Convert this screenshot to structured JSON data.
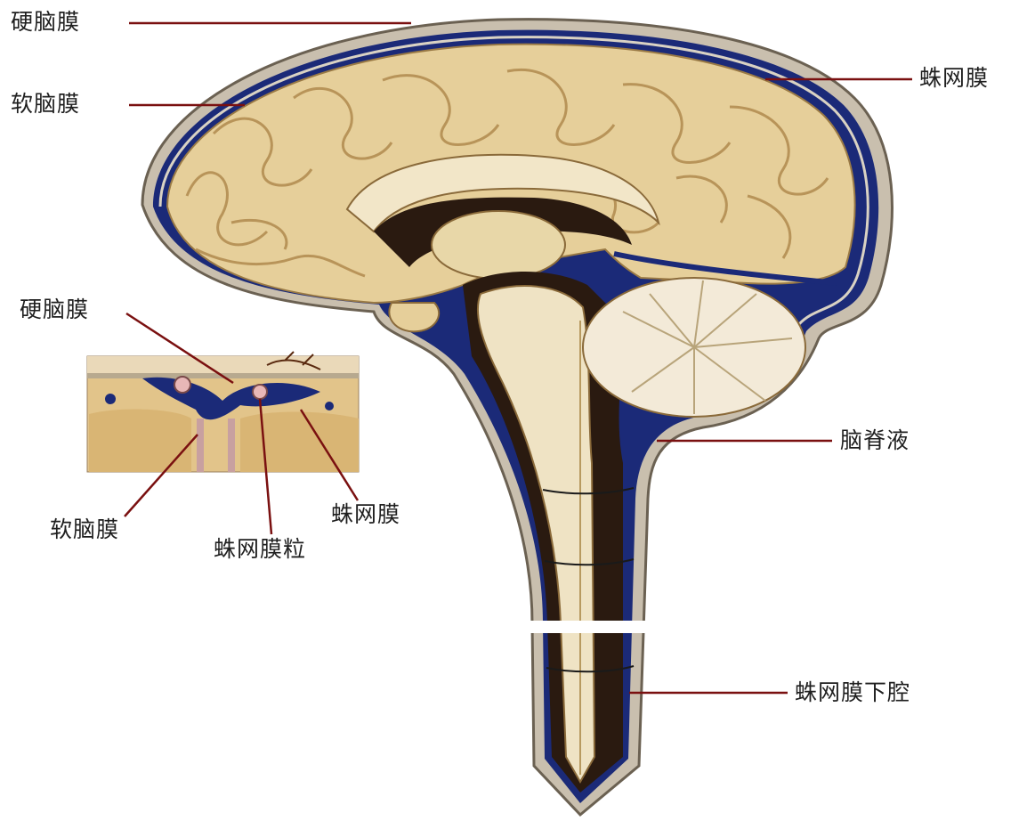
{
  "labels": {
    "dura_top": "硬脑膜",
    "pia_top": "软脑膜",
    "arachnoid_top": "蛛网膜",
    "dura_inset": "硬脑膜",
    "pia_inset": "软脑膜",
    "granulation_inset": "蛛网膜粒",
    "arachnoid_inset": "蛛网膜",
    "csf": "脑脊液",
    "subarachnoid": "蛛网膜下腔"
  },
  "colors": {
    "dura": "#c9bfae",
    "csf_blue": "#1b2a78",
    "brain": "#e6cf9a",
    "brain_dark": "#c9a868",
    "cord": "#efe3c4",
    "dark_space": "#2a1a10",
    "leader": "#7a1010"
  }
}
